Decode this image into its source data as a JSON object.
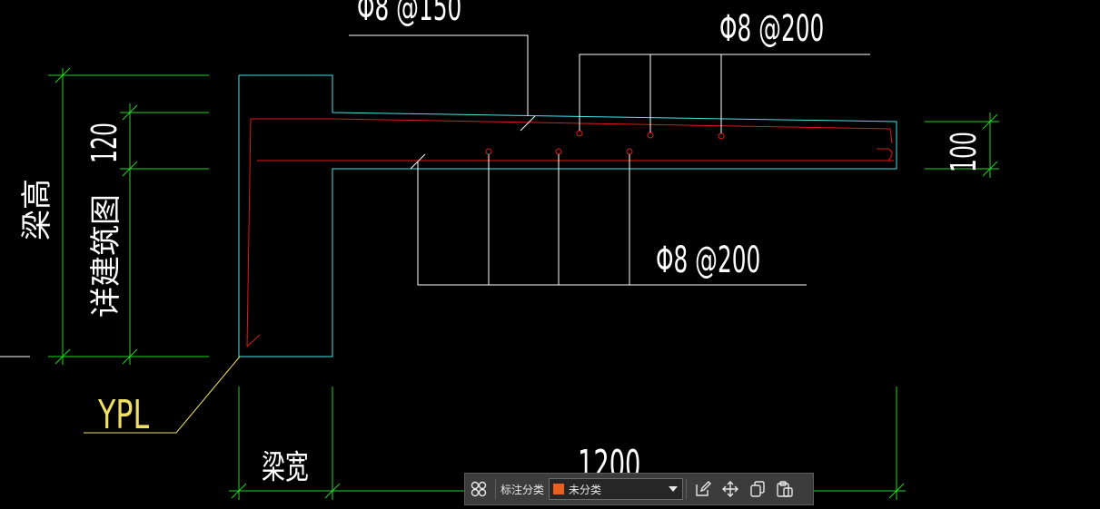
{
  "drawing": {
    "colors": {
      "background": "#000000",
      "outline": "#3ee6ee",
      "rebar": "#e01818",
      "dimension": "#22d822",
      "leader": "#ffffff",
      "callout": "#f0e060"
    },
    "labels": {
      "top_rebar_callout": "Φ8 @150",
      "top_dist_callout": "Φ8 @200",
      "bottom_dist_callout": "Φ8 @200",
      "element_tag": "YPL",
      "beam_height": "梁高",
      "ring_beam_note": "详建筑图",
      "slab_root_thickness": "120",
      "slab_end_thickness": "100",
      "beam_width": "梁宽",
      "cantilever_length": "1200"
    }
  },
  "toolbar": {
    "category_label": "标注分类",
    "category_value": "未分类",
    "category_color": "#e8601c",
    "icons": [
      "grid-icon",
      "edit-icon",
      "move-icon",
      "copy-icon",
      "paste-icon"
    ]
  }
}
